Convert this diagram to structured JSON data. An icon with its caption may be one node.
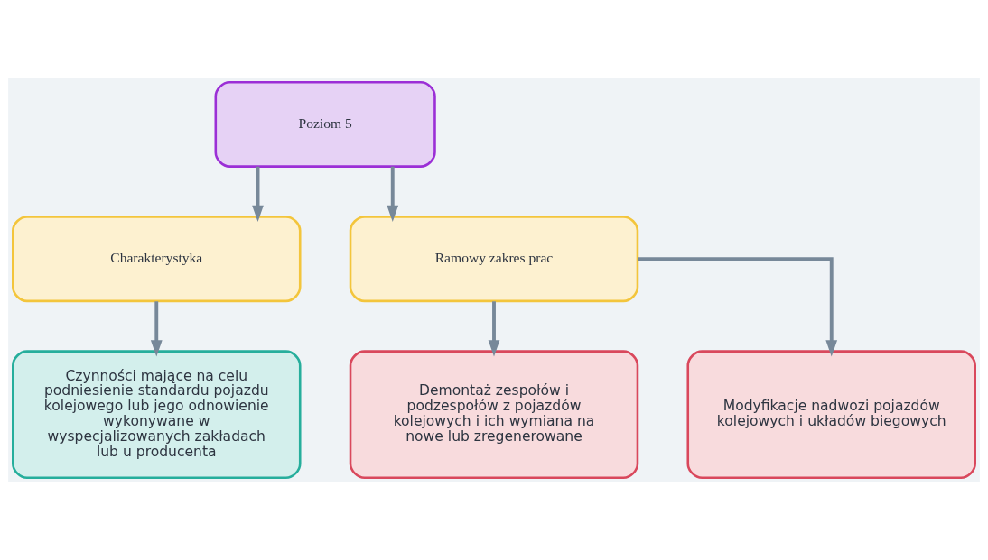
{
  "diagram": {
    "nodes": [
      {
        "text": [
          "Poziom 5"
        ]
      },
      {
        "text": [
          "Charakterystyka"
        ]
      },
      {
        "text": [
          "Ramowy zakres prac"
        ]
      },
      {
        "text": [
          "Czynności mające na celu podniesienie standardu pojazdu kolejowego lub jego odnowienie wykonywane w wyspecjalizowanych zakładach lub u producenta"
        ]
      },
      {
        "text": [
          "Demontaż zespołów i podzespołów z pojazdów kolejowych i ich wymiana na nowe lub zregenerowane"
        ]
      },
      {
        "text": [
          "Modyfikacje nadwozi pojazdów kolejowych i układów biegowych"
        ]
      }
    ],
    "edges": [
      {
        "from": 0,
        "to": 1,
        "arrow": "to"
      },
      {
        "from": 0,
        "to": 2,
        "arrow": "to"
      },
      {
        "from": 1,
        "to": 3,
        "arrow": "to"
      },
      {
        "from": 2,
        "to": 4,
        "arrow": "to"
      },
      {
        "from": 2,
        "to": 5,
        "arrow": "to"
      }
    ]
  }
}
